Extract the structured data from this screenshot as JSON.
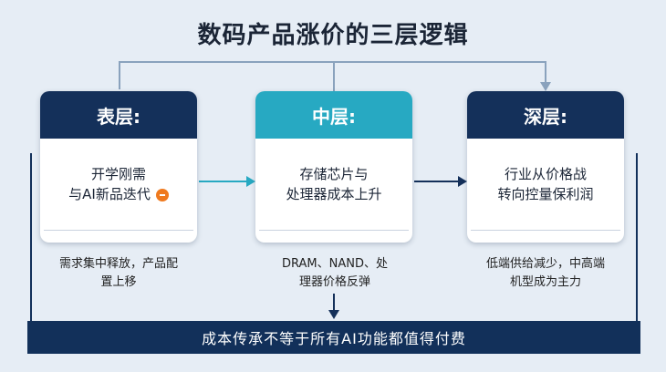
{
  "title": "数码产品涨价的三层逻辑",
  "layers": [
    {
      "header": "表层:",
      "line1": "开学刚需",
      "line2": "与AI新品迭代",
      "desc1": "需求集中释放，产品配",
      "desc2": "置上移"
    },
    {
      "header": "中层:",
      "line1": "存储芯片与",
      "line2": "处理器成本上升",
      "desc1": "DRAM、NAND、处",
      "desc2": "理器价格反弹"
    },
    {
      "header": "深层:",
      "line1": "行业从价格战",
      "line2": "转向控量保利润",
      "desc1": "低端供给减少，中高端",
      "desc2": "机型成为主力"
    }
  ],
  "banner": "成本传承不等于所有AI功能都值得付费",
  "icons": {
    "badge": "orange-circle-icon"
  },
  "colors": {
    "dark_navy": "#14305a",
    "teal": "#27a9c2",
    "accent_orange": "#ef7a1f",
    "background": "#e6edf5"
  }
}
